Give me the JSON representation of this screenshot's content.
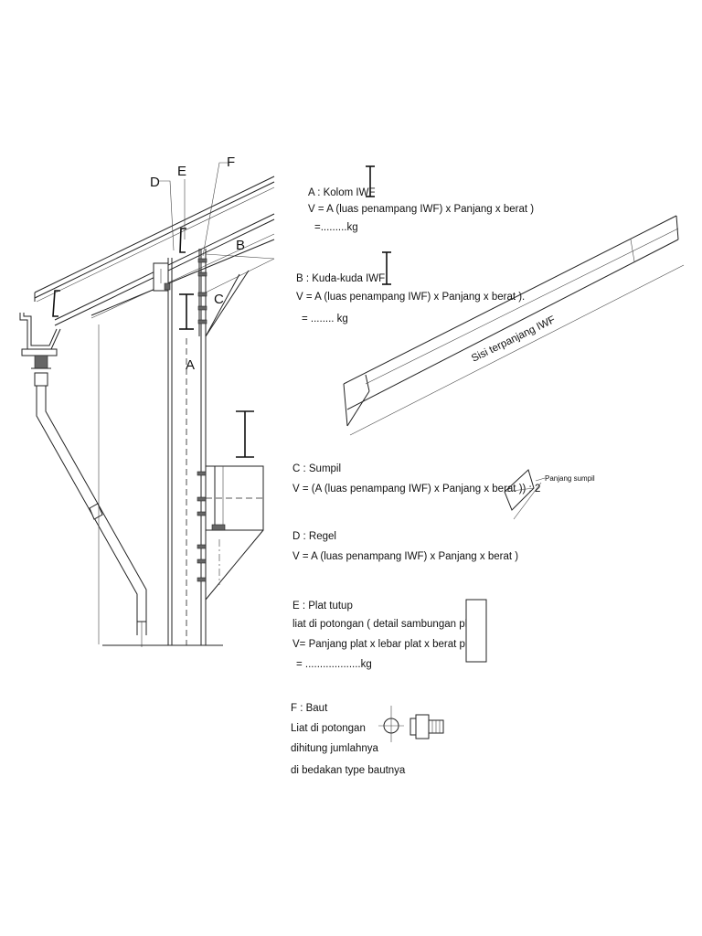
{
  "labels": {
    "A": "A",
    "B": "B",
    "C": "C",
    "D": "D",
    "E": "E",
    "F": "F"
  },
  "notes": {
    "a": {
      "title": "A : Kolom IWF",
      "formula": "V = A (luas penampang IWF) x Panjang x  berat )",
      "result": "=.........kg"
    },
    "b": {
      "title": "B : Kuda-kuda IWF",
      "formula": "V = A (luas penampang IWF) x Panjang x  berat ).",
      "result": "= ........ kg"
    },
    "c": {
      "title": "C :  Sumpil",
      "formula": "V = (A (luas penampang IWF) x Panjang x  berat )) : 2"
    },
    "d": {
      "title": "D :  Regel",
      "formula": "V = A (luas penampang IWF) x Panjang x  berat )"
    },
    "e": {
      "title": "E :  Plat tutup",
      "line1": "liat di potongan ( detail sambungan plat )",
      "formula": "V= Panjang plat x lebar plat x berat plat",
      "result": "=  ...................kg"
    },
    "f": {
      "title": "F : Baut",
      "line1": "Liat di potongan",
      "line2": "dihitung jumlahnya",
      "line3": "di bedakan type bautnya"
    }
  },
  "annotations": {
    "longest_side": "Sisi terpanjang IWF",
    "sumpil_length": "Panjang sumpil"
  },
  "icons": {
    "column_symbol": "i-beam-icon",
    "rafter_symbol": "i-beam-icon",
    "bolt_plan": "bolt-crosshair-icon",
    "bolt_side": "bolt-side-icon"
  }
}
